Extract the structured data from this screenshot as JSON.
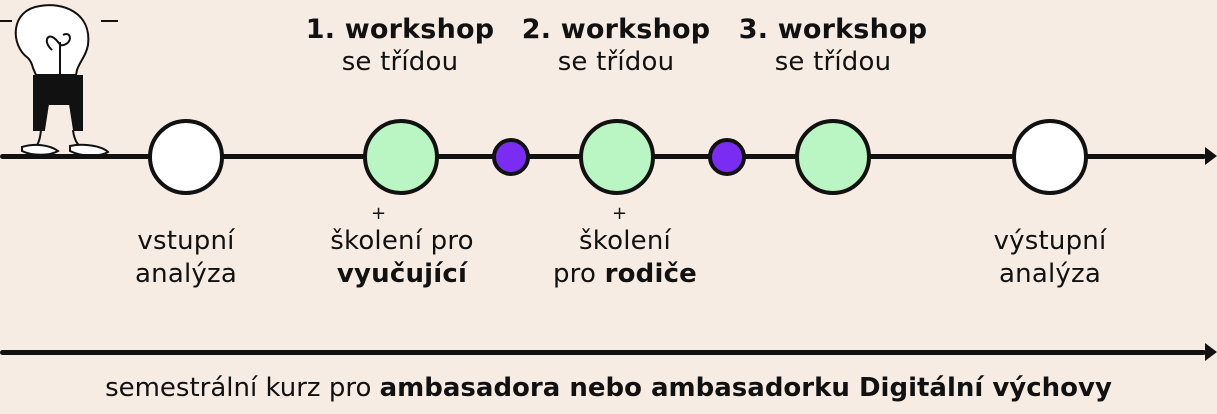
{
  "workshops": [
    {
      "title": "1. workshop",
      "subtitle": "se třídou"
    },
    {
      "title": "2. workshop",
      "subtitle": "se třídou"
    },
    {
      "title": "3. workshop",
      "subtitle": "se třídou"
    }
  ],
  "bottom_labels": {
    "entry": {
      "line1": "vstupní",
      "line2": "analýza"
    },
    "teachers": {
      "plus": "+",
      "line1": "školení pro",
      "line2_bold": "vyučující"
    },
    "parents": {
      "plus": "+",
      "line1": "školení",
      "line2_prefix": "pro ",
      "line2_bold": "rodiče"
    },
    "exit": {
      "line1": "výstupní",
      "line2": "analýza"
    }
  },
  "caption": {
    "prefix": "semestrální kurz pro ",
    "bold": "ambasadora nebo ambasadorku Digitální výchovy"
  },
  "colors": {
    "background": "#F7ECE3",
    "line": "#111111",
    "white_node": "#FFFFFF",
    "green_node": "#B9F6C3",
    "purple_node": "#7A2CF3"
  }
}
